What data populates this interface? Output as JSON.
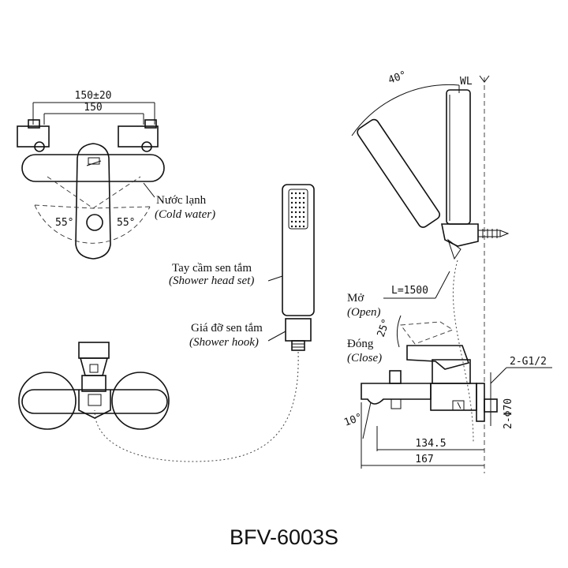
{
  "model_code": "BFV-6003S",
  "labels": {
    "cold_vi": "Nước lạnh",
    "cold_en": "(Cold water)",
    "shower_head_vi": "Tay cầm sen tắm",
    "shower_head_en": "(Shower head set)",
    "hook_vi": "Giá đỡ sen tắm",
    "hook_en": "(Shower hook)",
    "open_vi": "Mở",
    "open_en": "(Open)",
    "close_vi": "Đóng",
    "close_en": "(Close)"
  },
  "dimensions": {
    "width_tol": "150±20",
    "width": "150",
    "angle_left": "55°",
    "angle_right": "55°",
    "head_angle": "40°",
    "wall_line": "WL",
    "hose_length": "L=1500",
    "lever_angle": "25°",
    "spout_angle": "10°",
    "thread": "2-G1/2",
    "flange": "2-Φ70",
    "depth_spout": "134.5",
    "depth_total": "167"
  }
}
